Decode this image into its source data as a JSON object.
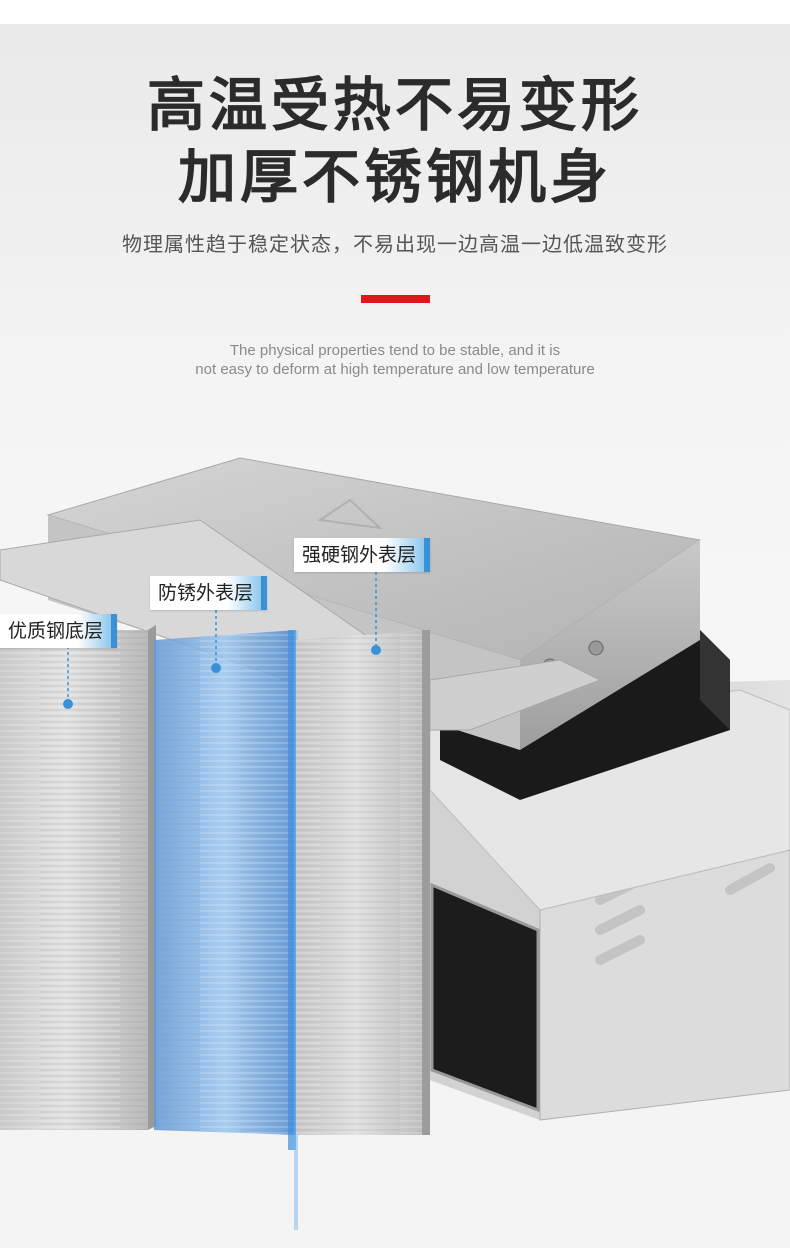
{
  "header": {
    "title_line1": "高温受热不易变形",
    "title_line2": "加厚不锈钢机身",
    "subtitle_cn": "物理属性趋于稳定状态，不易出现一边高温一边低温致变形",
    "subtitle_en_line1": "The physical properties tend to be stable, and it is",
    "subtitle_en_line2": "not easy to deform at high temperature and low temperature",
    "accent_color": "#e0161b"
  },
  "layers": [
    {
      "label": "优质钢底层",
      "name": "bottom-layer"
    },
    {
      "label": "防锈外表层",
      "name": "rust-proof-layer"
    },
    {
      "label": "强硬钢外表层",
      "name": "hard-steel-layer"
    }
  ],
  "colors": {
    "label_accent": "#3a92d6",
    "glass_blue": "#4a9ae0"
  }
}
